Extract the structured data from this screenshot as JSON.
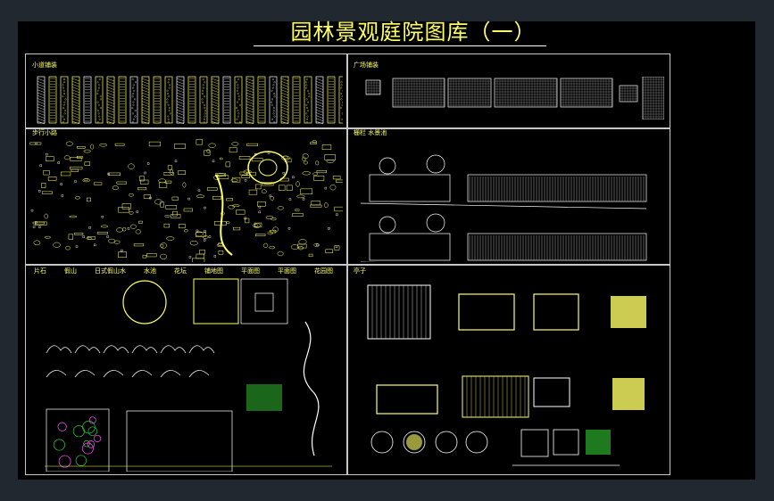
{
  "title": "园林景观庭院图库（一）",
  "sections": {
    "top_left": "小道铺装",
    "top_right": "广场铺装",
    "middle_left": "步行小路",
    "middle_right": "栅栏 水景池",
    "bottom_right": "亭子"
  },
  "bottom_left_labels": [
    "片石",
    "假山",
    "日式假山水",
    "水池",
    "花坛",
    "铺地图",
    "平面图",
    "平面图",
    "花园图"
  ],
  "colors": {
    "background": "#212830",
    "canvas": "#000000",
    "frame": "#c7c7c7",
    "yellow": "#ffff66",
    "cyan": "#00ffff",
    "white": "#ffffff",
    "gray": "#9a9a9a",
    "magenta": "#ff55ff",
    "green": "#33cc33"
  }
}
